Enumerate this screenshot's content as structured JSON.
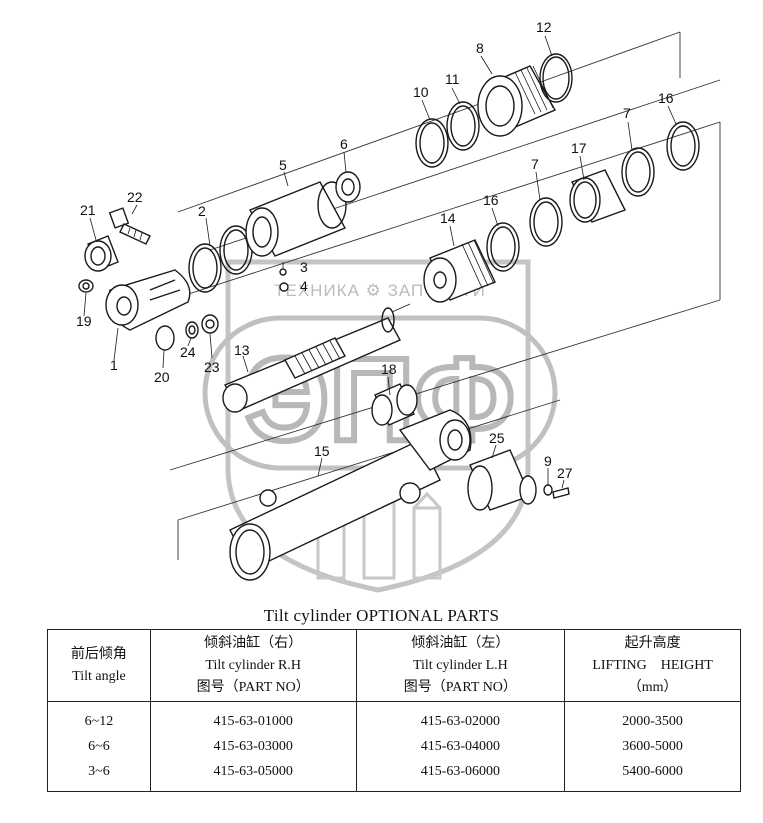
{
  "watermark": {
    "text": "ТЕХНИКА ⚙ ЗАПЧАСТИ",
    "logo": "ЭПФ"
  },
  "callouts": [
    "1",
    "2",
    "3",
    "4",
    "5",
    "6",
    "7",
    "7",
    "8",
    "9",
    "10",
    "11",
    "12",
    "13",
    "14",
    "15",
    "16",
    "16",
    "17",
    "18",
    "19",
    "20",
    "21",
    "22",
    "23",
    "24",
    "25",
    "27"
  ],
  "table": {
    "title": "Tilt cylinder OPTIONAL PARTS",
    "headers": [
      [
        "前后倾角",
        "Tilt angle"
      ],
      [
        "倾斜油缸（右）",
        "Tilt cylinder R.H",
        "图号（PART NO）"
      ],
      [
        "倾斜油缸（左）",
        "Tilt cylinder L.H",
        "图号（PART NO）"
      ],
      [
        "起升高度",
        "LIFTING　HEIGHT",
        "（mm）"
      ]
    ],
    "rows": [
      [
        "6~12",
        "415-63-01000",
        "415-63-02000",
        "2000-3500"
      ],
      [
        "6~6",
        "415-63-03000",
        "415-63-04000",
        "3600-5000"
      ],
      [
        "3~6",
        "415-63-05000",
        "415-63-06000",
        "5400-6000"
      ]
    ]
  }
}
